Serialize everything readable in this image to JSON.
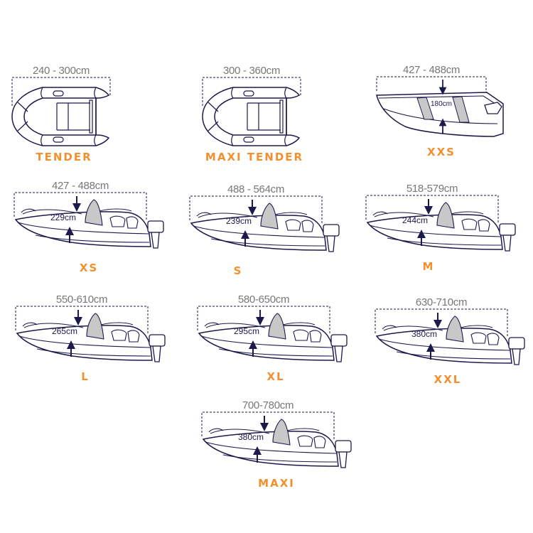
{
  "colors": {
    "outline": "#1b1a4a",
    "label": "#f2902f",
    "size_text": "#777777",
    "fill_gray": "#c8c8c8"
  },
  "items": [
    {
      "name": "TENDER",
      "size": "240 - 300cm",
      "type": "tender"
    },
    {
      "name": "MAXI TENDER",
      "size": "300 - 360cm",
      "type": "tender"
    },
    {
      "name": "XXS",
      "size": "427 - 488cm",
      "type": "skiff",
      "beam": "180cm"
    },
    {
      "name": "XS",
      "size": "427 - 488cm",
      "type": "motorboat",
      "beam": "229cm"
    },
    {
      "name": "S",
      "size": "488 - 564cm",
      "type": "motorboat",
      "beam": "239cm"
    },
    {
      "name": "M",
      "size": "518-579cm",
      "type": "motorboat",
      "beam": "244cm"
    },
    {
      "name": "L",
      "size": "550-610cm",
      "type": "motorboat",
      "beam": "265cm"
    },
    {
      "name": "XL",
      "size": "580-650cm",
      "type": "motorboat",
      "beam": "295cm"
    },
    {
      "name": "XXL",
      "size": "630-710cm",
      "type": "motorboat",
      "beam": "380cm"
    },
    {
      "name": "MAXI",
      "size": "700-780cm",
      "type": "motorboat",
      "beam": "380cm"
    }
  ]
}
